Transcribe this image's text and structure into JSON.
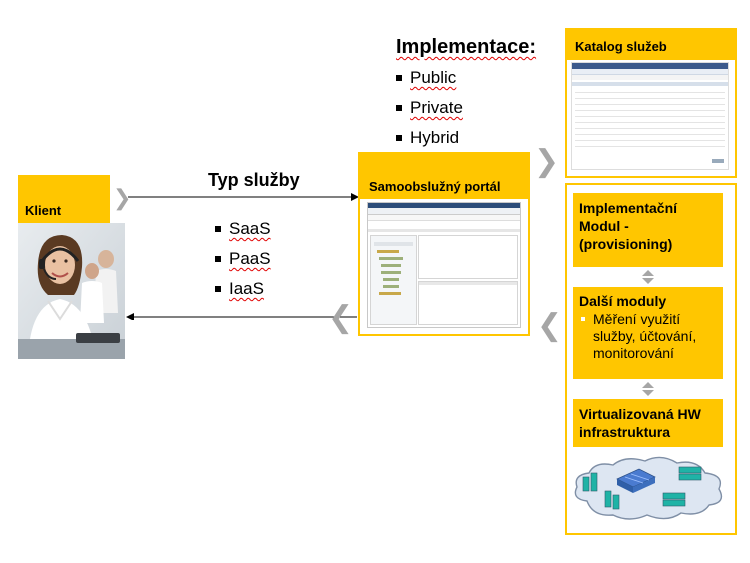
{
  "implementation": {
    "heading": "Implementace:",
    "items": [
      "Public",
      "Private",
      "Hybrid"
    ]
  },
  "catalog": {
    "title": "Katalog služeb"
  },
  "client": {
    "title": "Klient"
  },
  "service_type": {
    "heading": "Typ služby",
    "items": [
      "SaaS",
      "PaaS",
      "IaaS"
    ]
  },
  "portal": {
    "title": "Samoobslužný portál"
  },
  "modules": {
    "provisioning": "Implementační Modul - (provisioning)",
    "other_title": "Další moduly",
    "other_bullet": "Měření využití služby, účtování, monitorování",
    "hw": "Virtualizovaná HW infrastruktura"
  },
  "icons": [
    "chevron-right-icon",
    "chevron-left-icon",
    "double-arrow-icon",
    "cloud-icon",
    "server-icon",
    "headset-person-icon"
  ],
  "colors": {
    "accent": "#ffc600",
    "chevron": "#a6a6a6",
    "border": "#ffc600"
  }
}
